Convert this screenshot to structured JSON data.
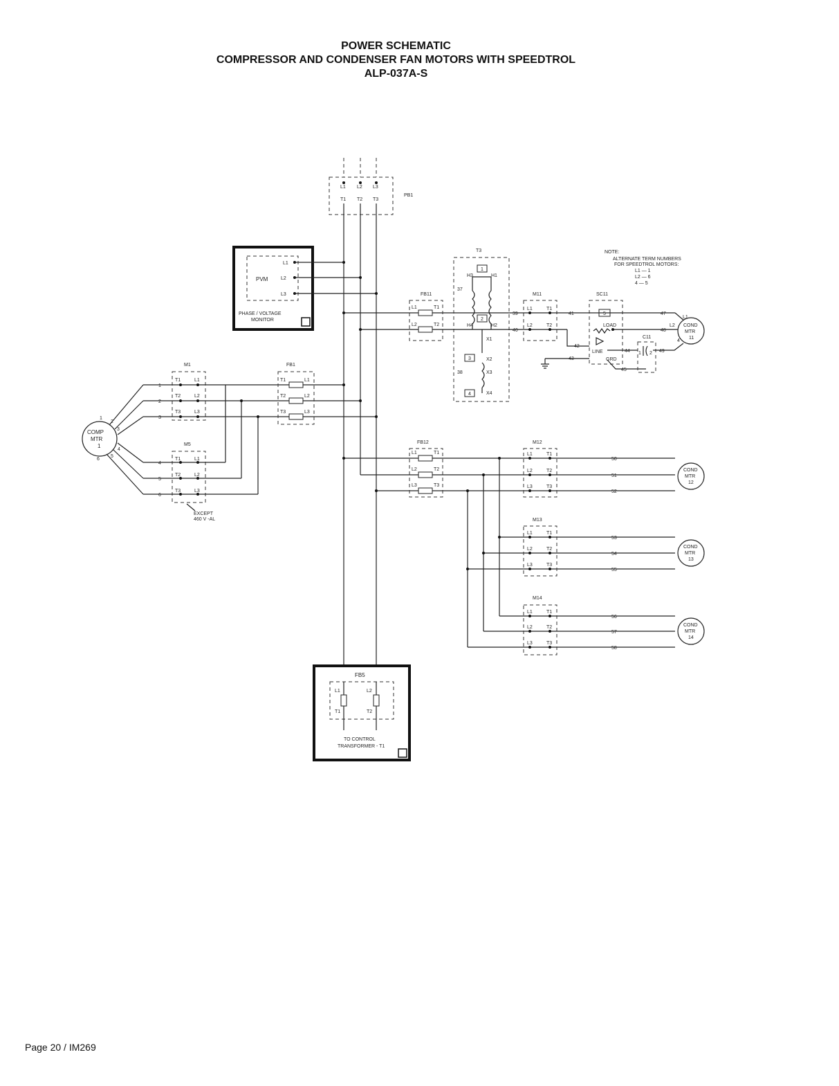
{
  "header": {
    "title": "POWER SCHEMATIC",
    "subtitle": "COMPRESSOR AND CONDENSER FAN MOTORS WITH SPEEDTROL",
    "model": "ALP-037A-S"
  },
  "footer": {
    "page": "Page 20 / IM269"
  },
  "pb1": {
    "name": "PB1",
    "lines": [
      "L1",
      "L2",
      "L3"
    ],
    "terms": [
      "T1",
      "T2",
      "T3"
    ]
  },
  "pvm": {
    "name": "PVM",
    "l1": "L1",
    "l2": "L2",
    "l3": "L3",
    "caption1": "PHASE / VOLTAGE",
    "caption2": "MONITOR"
  },
  "t3": {
    "name": "T3",
    "h1": "H1",
    "h2": "H2",
    "h3": "H3",
    "h4": "H4",
    "x1": "X1",
    "x2": "X2",
    "x3": "X3",
    "x4": "X4",
    "n1": "1",
    "n2": "2",
    "n3": "3",
    "n4": "4"
  },
  "note": {
    "title": "NOTE:",
    "line1": "ALTERNATE TERM NUMBERS",
    "line2": "FOR SPEEDTROL MOTORS:",
    "map1": "L1 — 1",
    "map2": "L2 — 6",
    "map3": "4 — 5"
  },
  "fb11": {
    "name": "FB11",
    "l1": "L1",
    "t1": "T1",
    "l2": "L2",
    "t2": "T2"
  },
  "m11": {
    "name": "M11",
    "l1": "L1",
    "t1": "T1",
    "l2": "L2",
    "t2": "T2"
  },
  "sc11": {
    "name": "SC11",
    "load": "LOAD",
    "line": "LINE",
    "grd": "GRD",
    "n5": "5"
  },
  "c11": {
    "name": "C11",
    "n1": "1",
    "n2": "2"
  },
  "mtr11": {
    "l1": "COND",
    "l2": "MTR",
    "l3": "11",
    "tL1": "L1",
    "tL2": "L2",
    "t4": "4"
  },
  "wires": {
    "w37": "37",
    "w38": "38",
    "w39": "39",
    "w40": "40",
    "w41": "41",
    "w42": "42",
    "w43": "43",
    "w44": "44",
    "w45": "45",
    "w47": "47",
    "w48": "48",
    "w49": "49",
    "w50": "50",
    "w51": "51",
    "w52": "52",
    "w53": "53",
    "w54": "54",
    "w55": "55",
    "w56": "56",
    "w57": "57",
    "w58": "58",
    "c1": "1",
    "c2": "2",
    "c3": "3",
    "c4": "4",
    "c5": "5",
    "c6": "6"
  },
  "m1": {
    "name": "M1",
    "t1": "T1",
    "l1": "L1",
    "t2": "T2",
    "l2": "L2",
    "t3": "T3",
    "l3": "L3"
  },
  "m5": {
    "name": "M5",
    "t1": "T1",
    "l1": "L1",
    "t2": "T2",
    "l2": "L2",
    "t3": "T3",
    "l3": "L3",
    "except1": "EXCEPT",
    "except2": "460 V -AL"
  },
  "fb1": {
    "name": "FB1",
    "t1": "T1",
    "l1": "L1",
    "t2": "T2",
    "l2": "L2",
    "t3": "T3",
    "l3": "L3"
  },
  "comp": {
    "l1": "COMP",
    "l2": "MTR",
    "l3": "1",
    "p1": "1",
    "p2": "2",
    "p3": "3",
    "p4": "4",
    "p5": "5",
    "p6": "6"
  },
  "fb12": {
    "name": "FB12",
    "l1": "L1",
    "t1": "T1",
    "l2": "L2",
    "t2": "T2",
    "l3": "L3",
    "t3": "T3"
  },
  "m12": {
    "name": "M12",
    "l1": "L1",
    "t1": "T1",
    "l2": "L2",
    "t2": "T2",
    "l3": "L3",
    "t3": "T3"
  },
  "m13": {
    "name": "M13",
    "l1": "L1",
    "t1": "T1",
    "l2": "L2",
    "t2": "T2",
    "l3": "L3",
    "t3": "T3"
  },
  "m14": {
    "name": "M14",
    "l1": "L1",
    "t1": "T1",
    "l2": "L2",
    "t2": "T2",
    "l3": "L3",
    "t3": "T3"
  },
  "mtr12": {
    "l1": "COND",
    "l2": "MTR",
    "l3": "12"
  },
  "mtr13": {
    "l1": "COND",
    "l2": "MTR",
    "l3": "13"
  },
  "mtr14": {
    "l1": "COND",
    "l2": "MTR",
    "l3": "14"
  },
  "fb5": {
    "name": "FB5",
    "l1": "L1",
    "l2": "L2",
    "t1": "T1",
    "t2": "T2",
    "caption1": "TO CONTROL",
    "caption2": "TRANSFORMER - T1"
  }
}
